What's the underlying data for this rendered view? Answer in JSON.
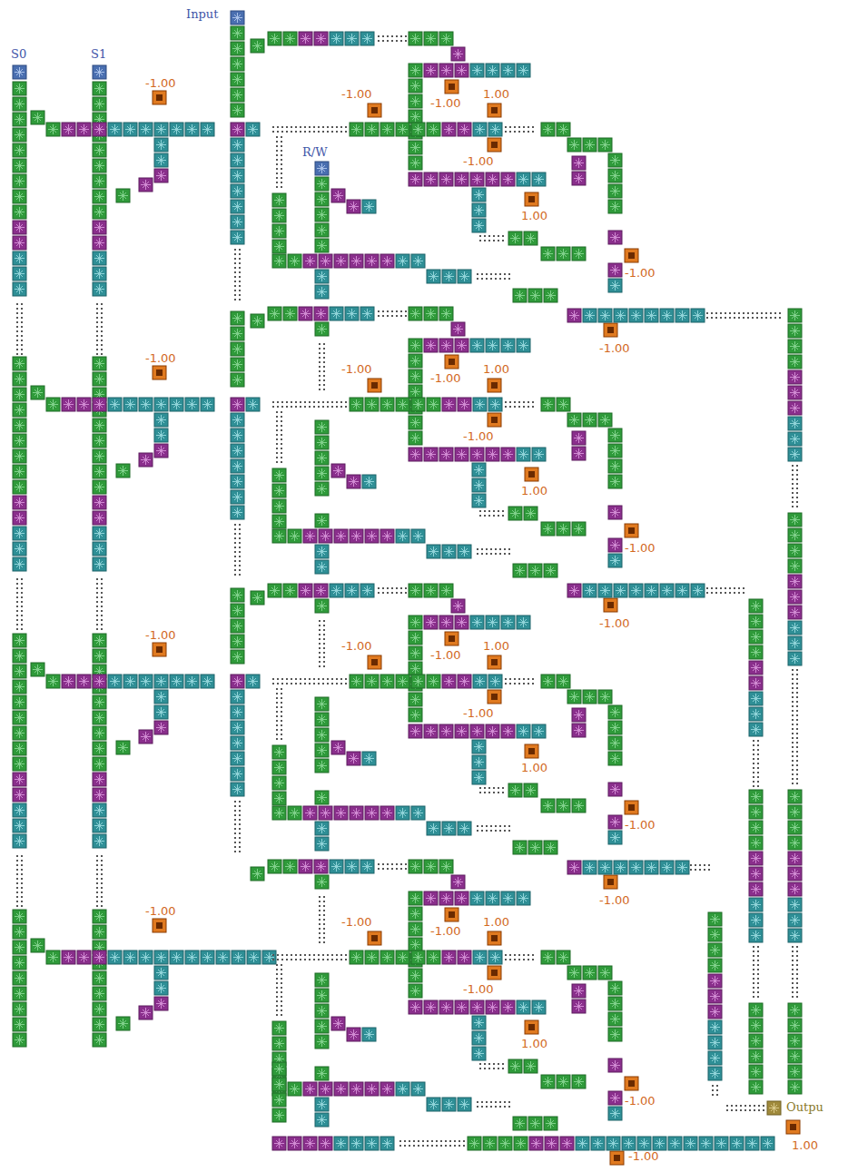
{
  "diagram": {
    "labels": [
      "Input",
      "S0",
      "S1",
      "R/W",
      "-1.00",
      "-1.00",
      "-1.00",
      "1.00",
      "-1.00",
      "1.00",
      "-1.00",
      "-1.00",
      "-1.00",
      "-1.00",
      "-1.00",
      "1.00",
      "-1.00",
      "1.00",
      "-1.00",
      "-1.00",
      "-1.00",
      "-1.00",
      "-1.00",
      "1.00",
      "-1.00",
      "1.00",
      "-1.00",
      "-1.00",
      "-1.00",
      "-1.00",
      "-1.00",
      "1.00",
      "-1.00",
      "1.00",
      "-1.00",
      "-1.00",
      "Outpu",
      "1.00"
    ]
  }
}
